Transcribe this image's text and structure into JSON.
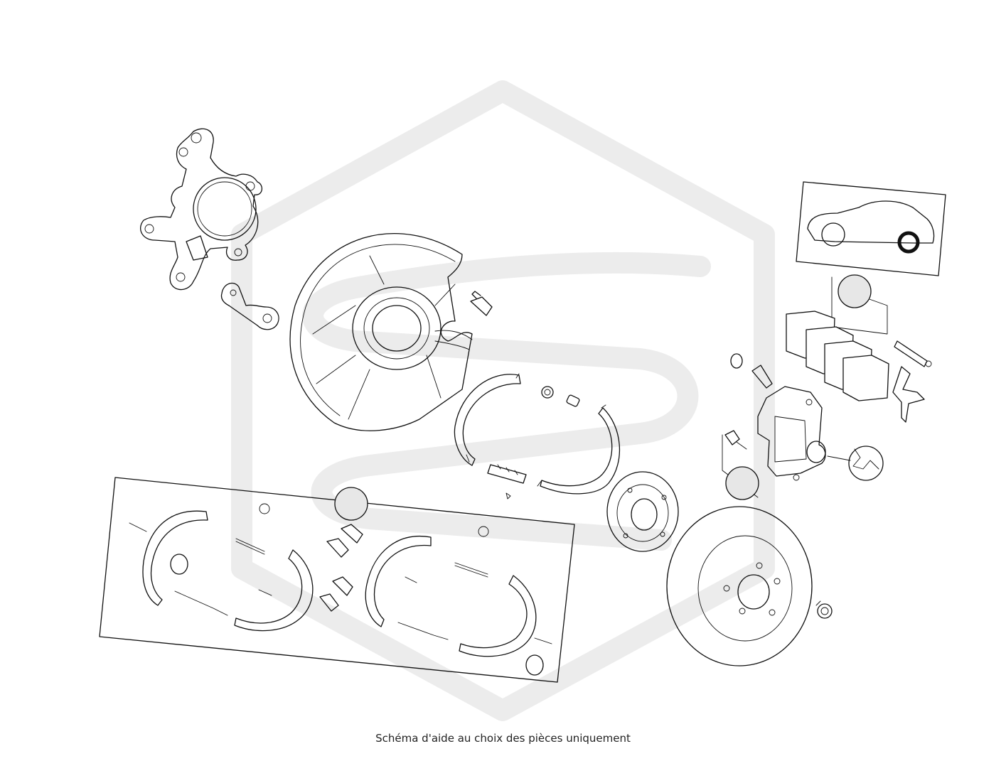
{
  "caption": "Schéma d'aide au choix des pièces uniquement",
  "colors": {
    "line": "#111111",
    "marker_fill": "#e7e7e7",
    "watermark": "#ececec",
    "background": "#ffffff"
  },
  "parts": [
    "steering-knuckle",
    "mounting-bracket",
    "brake-backing-plate",
    "backing-plate-bolt",
    "parking-brake-shoe",
    "adjuster-nut",
    "adjuster-sleeve",
    "parking-brake-adjuster",
    "wheel-hub",
    "brake-disc",
    "wheel-bolt",
    "brake-caliper",
    "brake-pad-set",
    "caliper-guide-pin",
    "pad-retaining-spring",
    "bleed-screw-cap",
    "bleed-screw",
    "caliper-bolt",
    "caliper-repair-kit",
    "vehicle-position-indicator",
    "brake-shoe-kit"
  ]
}
